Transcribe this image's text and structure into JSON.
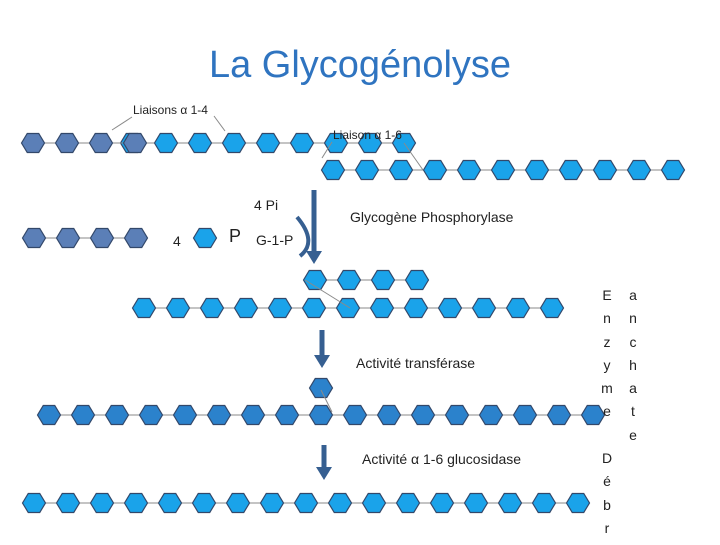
{
  "title": "La Glycogénolyse",
  "labels": {
    "liaisons_14": "Liaisons α 1-4",
    "liaison_16": "Liaison α 1-6",
    "pi": "4 Pi",
    "four": "4",
    "p": "P",
    "g1p": "G-1-P",
    "phosphorylase": "Glycogène Phosphorylase",
    "transferase": "Activité transférase",
    "glucosidase": "Activité α 1-6 glucosidase"
  },
  "vertical_words": {
    "enzyme": [
      "E",
      "n",
      "z",
      "y",
      "m",
      "e"
    ],
    "anchate": [
      "a",
      "n",
      "c",
      "h",
      "a",
      "t",
      "e"
    ],
    "debr": [
      "D",
      "é",
      "b",
      "r"
    ]
  },
  "colors": {
    "title": "#2f74c0",
    "hex_light": "#1aa3ea",
    "hex_mid": "#2b82cc",
    "hex_dark": "#2d63b5",
    "hex_gray": "#5b7fb7",
    "stroke": "#33486a",
    "line": "#8a8a8a",
    "arrow": "#365f91"
  }
}
